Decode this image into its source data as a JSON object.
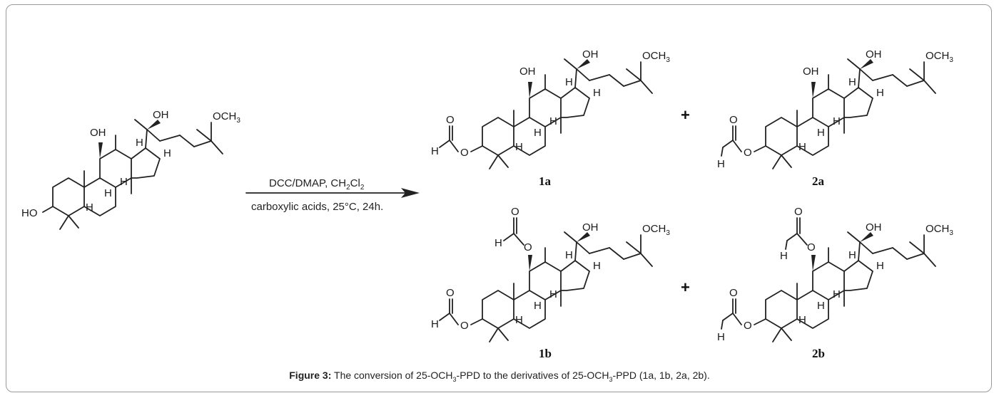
{
  "reaction": {
    "reagent_main": "DCC/DMAP, CH",
    "reagent_sub1": "2",
    "reagent_mid": "Cl",
    "reagent_sub2": "2",
    "conditions": "carboxylic acids, 25°C, 24h."
  },
  "atoms": {
    "oh": "OH",
    "ho": "HO",
    "ome": "OCH",
    "ome_sub": "3",
    "h": "H",
    "o": "O"
  },
  "compounds": {
    "c1a": "1a",
    "c2a": "2a",
    "c1b": "1b",
    "c2b": "2b"
  },
  "plus": "+",
  "caption": {
    "figure_label": "Figure 3:",
    "text_part1": " The conversion of 25-OCH",
    "sub1": "3",
    "text_part2": "-PPD to the derivatives of 25-OCH",
    "sub2": "3",
    "text_part3": "-PPD (1a, 1b, 2a, 2b)."
  }
}
